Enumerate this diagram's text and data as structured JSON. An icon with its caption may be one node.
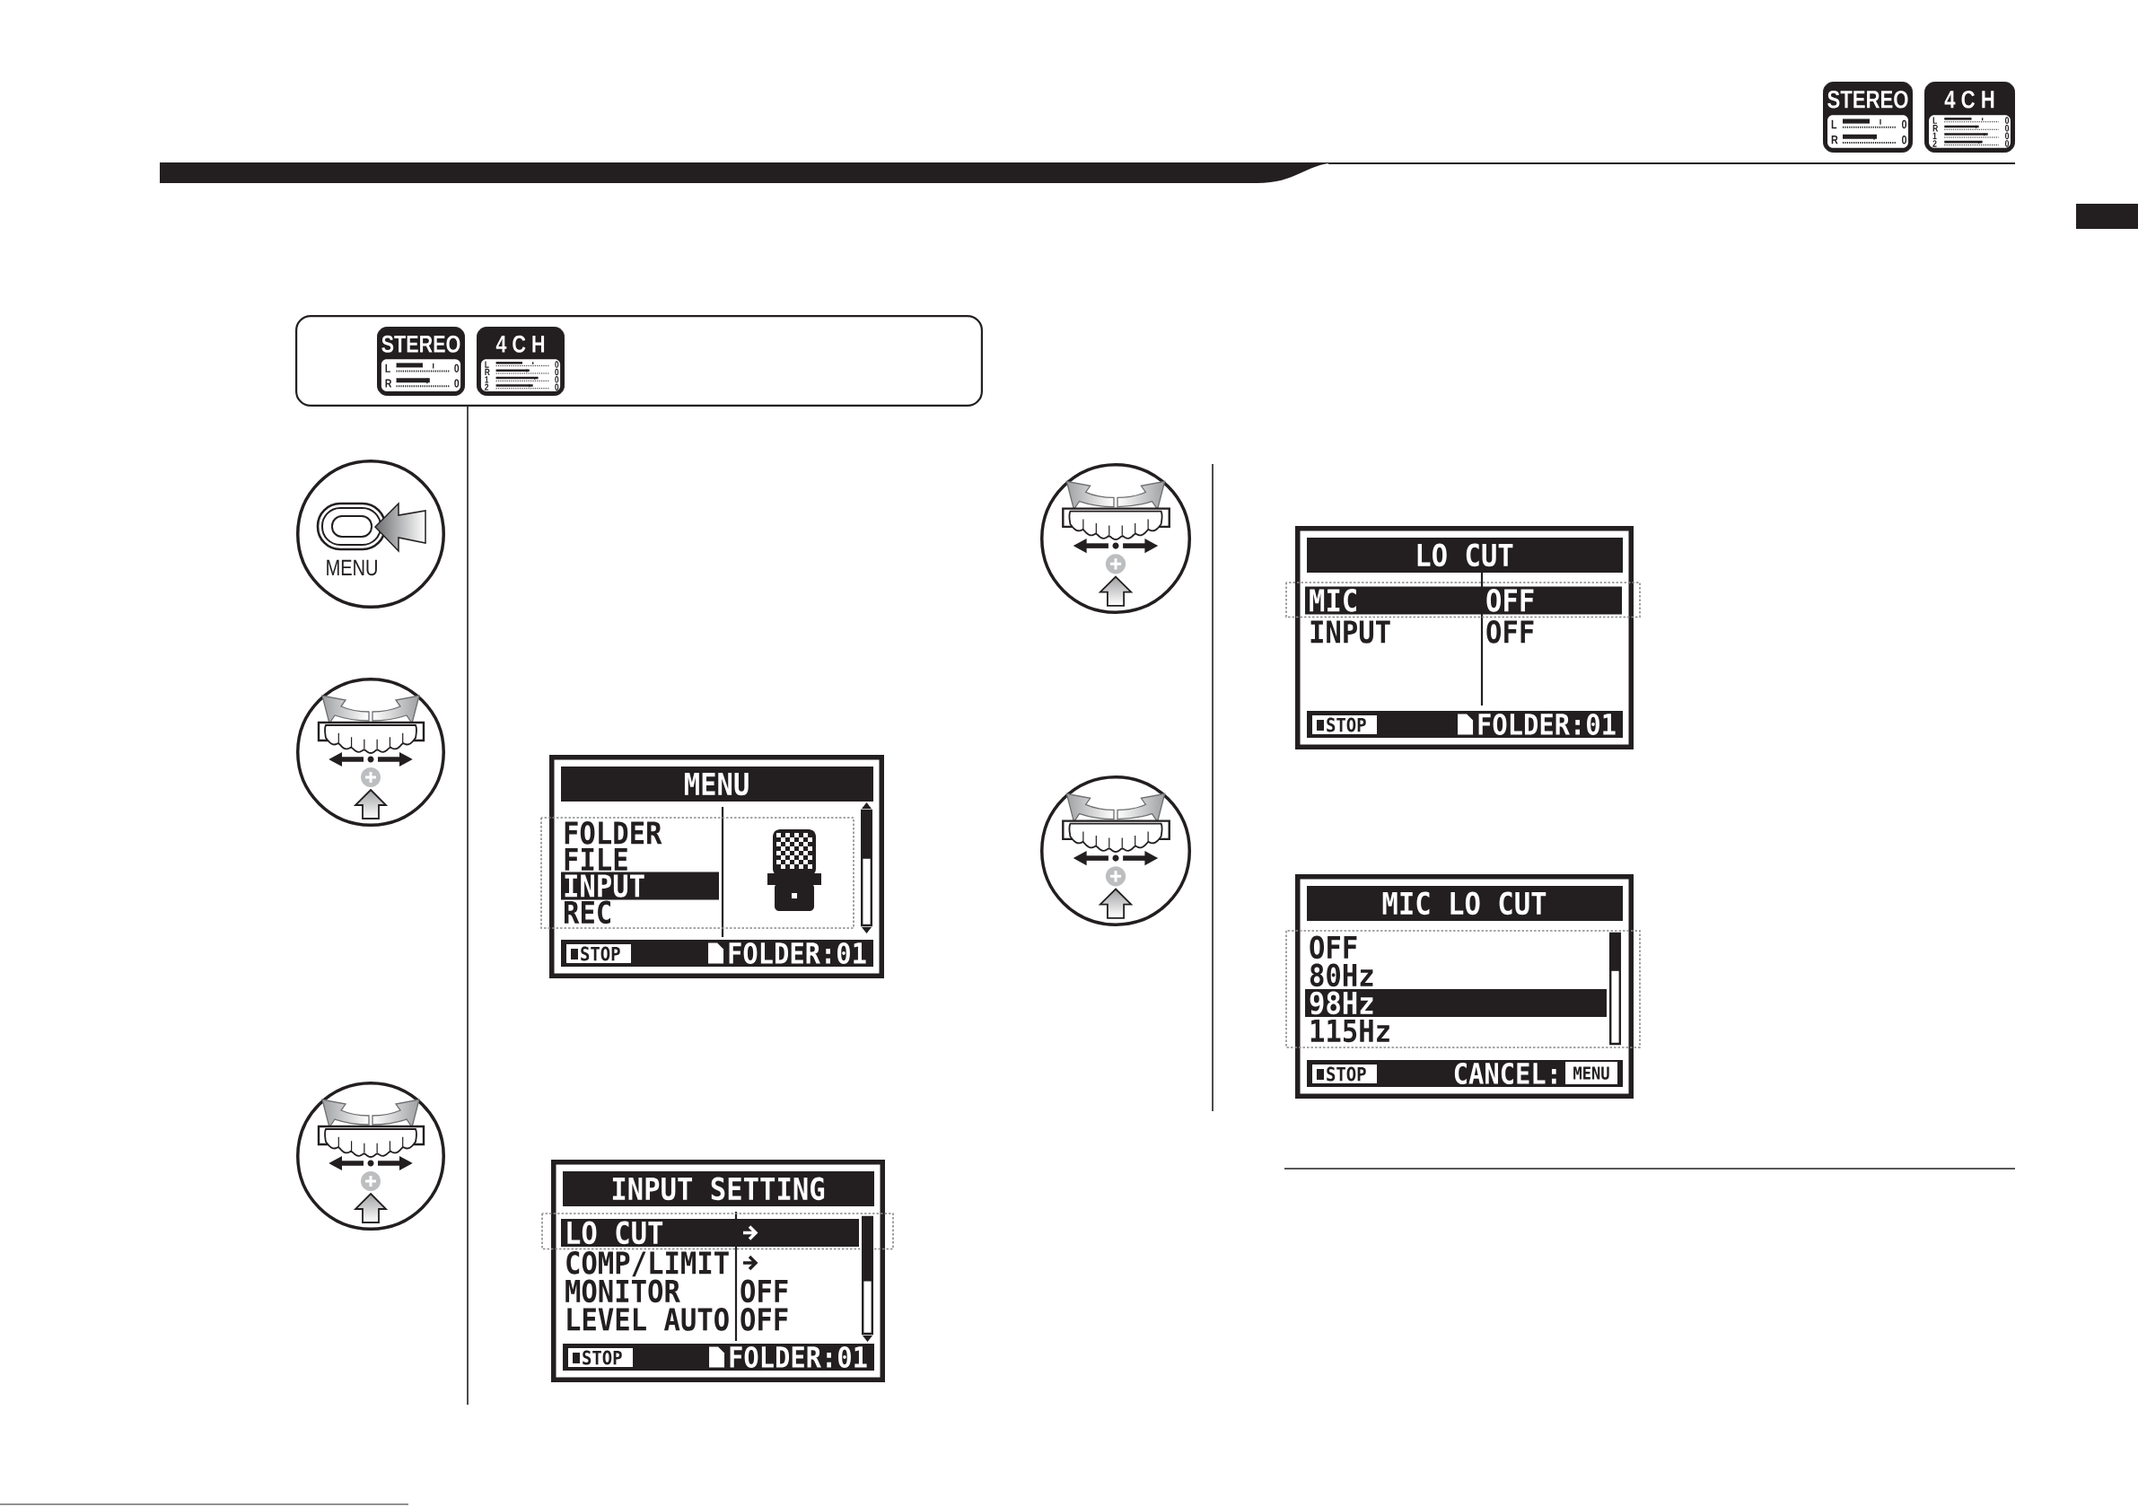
{
  "diagram": {
    "nodes": [
      {
        "text": [
          "STEREO",
          "L",
          "0",
          "R",
          "0"
        ]
      },
      {
        "text": [
          "4 C H",
          "L",
          "0",
          "R",
          "0",
          "1",
          "0",
          "2",
          "0"
        ]
      },
      {
        "text": [],
        "shape": "box"
      },
      {
        "text": [
          "STEREO",
          "L",
          "0",
          "R",
          "0"
        ],
        "in": 2
      },
      {
        "text": [
          "4 C H",
          "L",
          "0",
          "R",
          "0",
          "1",
          "0",
          "2",
          "0"
        ],
        "in": 2
      },
      {
        "text": [
          "MENU"
        ]
      },
      {
        "text": [],
        "shape": "circle"
      },
      {
        "text": [
          "MENU",
          "FOLDER",
          "FILE",
          "INPUT",
          "REC",
          "STOP",
          "FOLDER:01"
        ]
      },
      {
        "text": [],
        "shape": "circle"
      },
      {
        "text": [
          "INPUT SETTING",
          "LO CUT",
          "COMP/LIMIT",
          "MONITOR",
          "OFF",
          "LEVEL AUTO",
          "OFF",
          "STOP",
          "FOLDER:01"
        ]
      },
      {
        "text": [],
        "shape": "circle"
      },
      {
        "text": [
          "LO CUT",
          "MIC",
          "OFF",
          "INPUT",
          "OFF",
          "STOP",
          "FOLDER:01"
        ]
      },
      {
        "text": [],
        "shape": "circle"
      },
      {
        "text": [
          "MIC LO CUT",
          "OFF",
          "80Hz",
          "98Hz",
          "115Hz",
          "STOP",
          "CANCEL:",
          "MENU"
        ]
      }
    ]
  }
}
